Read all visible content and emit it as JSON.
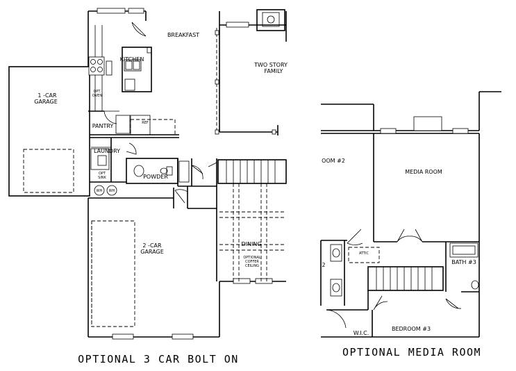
{
  "plan_left": {
    "rooms": {
      "breakfast": "BREAKFAST",
      "kitchen": "KITCHEN",
      "two_story_family_1": "TWO STORY",
      "two_story_family_2": "FAMILY",
      "one_car_garage_1": "1 -CAR",
      "one_car_garage_2": "GARAGE",
      "opt_oven_1": "OPT.",
      "opt_oven_2": "OVEN",
      "pantry": "PANTRY",
      "laundry": "LAUNDRY",
      "opt_sink_1": "OPT",
      "opt_sink_2": "SINK",
      "powder": "POWDER",
      "two_car_garage_1": "2 -CAR",
      "two_car_garage_2": "GARAGE",
      "dining": "DINING",
      "coffer_1": "OPTIONAL",
      "coffer_2": "COFFER",
      "coffer_3": "CEILING"
    },
    "fixtures": {
      "wh_1": "WH",
      "wh_2": "WH"
    },
    "caption": "OPTIONAL 3 CAR BOLT ON"
  },
  "plan_right": {
    "rooms": {
      "room_2": "OOM #2",
      "media_room": "MEDIA ROOM",
      "bath_3": "BATH #3",
      "bedroom_3": "BEDROOM #3",
      "wic": "W.I.C.",
      "door_2": "2"
    },
    "caption": "OPTIONAL MEDIA ROOM"
  }
}
